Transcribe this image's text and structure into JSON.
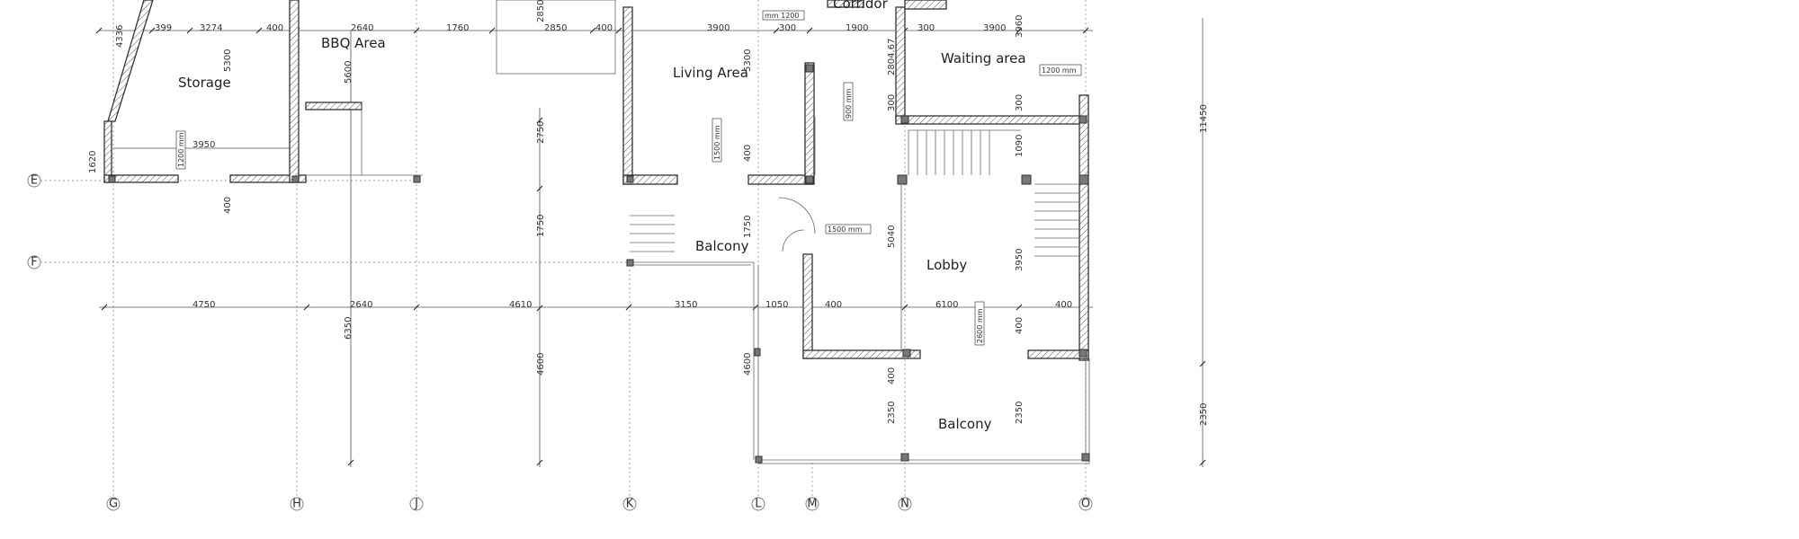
{
  "rooms": {
    "storage": "Storage",
    "bbq": "BBQ Area",
    "living": "Living Area",
    "corridor": "Corridor",
    "waiting": "Waiting area",
    "balcony_upper": "Balcony",
    "lobby": "Lobby",
    "balcony_lower": "Balcony"
  },
  "grid_labels": {
    "E": "E",
    "F": "F",
    "G": "G",
    "H": "H",
    "J": "J",
    "K": "K",
    "L": "L",
    "M": "M",
    "N": "N",
    "O": "O"
  },
  "dims_top": [
    "399",
    "3274",
    "400",
    "2640",
    "1760",
    "2850",
    "400",
    "3900",
    "300",
    "1900",
    "300",
    "3900"
  ],
  "dims_mid": [
    "4750",
    "2640",
    "4610",
    "3150",
    "1050",
    "400",
    "6100",
    "400"
  ],
  "dims_storage": "3950",
  "dims_vertical": {
    "storage_diag": "4336",
    "storage_height": "5300",
    "bbq_height": "5600",
    "left_1620": "1620",
    "left_400": "400",
    "col_j_6350": "6350",
    "col_2850": "2850",
    "col_2750": "2750",
    "col_1750": "1750",
    "col_4600_k": "4600",
    "living_5300": "5300",
    "living_400": "400",
    "balc_1750": "1750",
    "l_4600": "4600",
    "corr_2804": "2804.67",
    "corr_300": "300",
    "lobby_5040": "5040",
    "lobby_400": "400",
    "lobby_2350": "2350",
    "wait_3960": "3960",
    "wait_300": "300",
    "stair_1090": "1090",
    "stair_3950": "3950",
    "stair_400": "400",
    "stair_2350": "2350",
    "right_11450": "11450",
    "right_2350": "2350"
  },
  "tags": {
    "storage_window": "1200 mm",
    "living_window": "1500 mm",
    "corridor_top": "mm 1200",
    "corridor_door": "900 mm",
    "waiting_window": "1200 mm",
    "balcony_door": "1500 mm",
    "lobby_window": "2600 mm"
  }
}
